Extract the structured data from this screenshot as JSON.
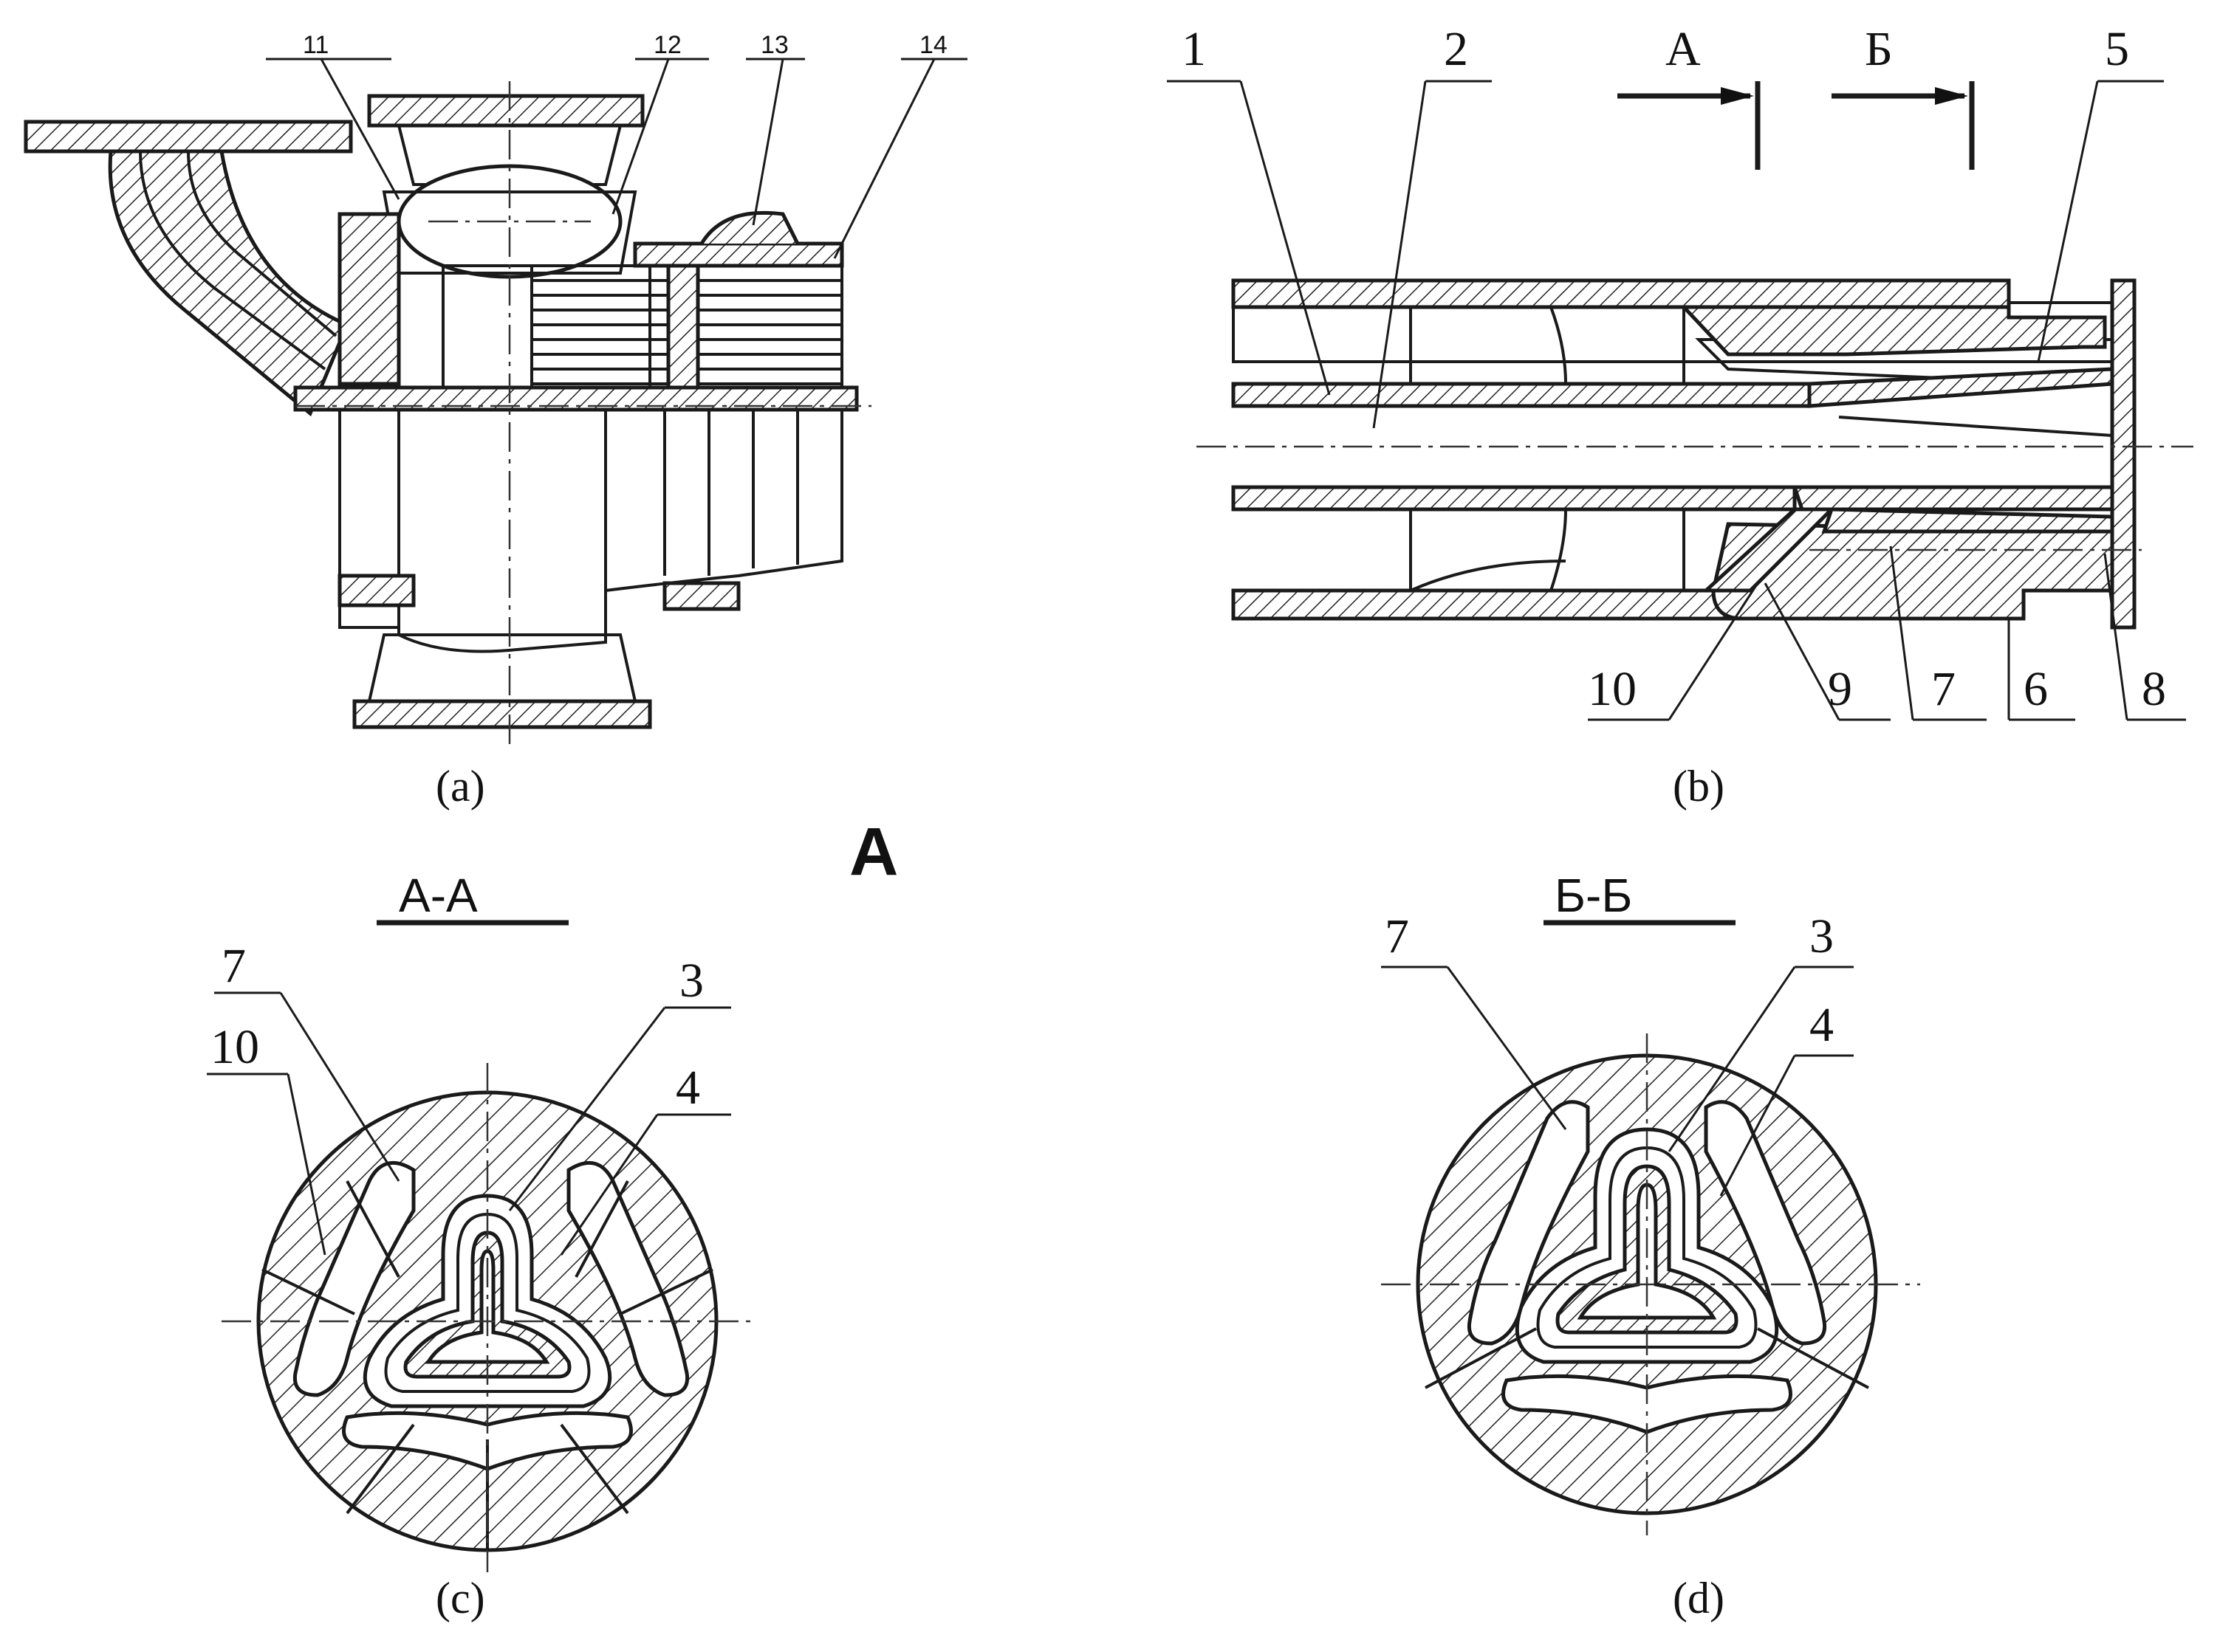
{
  "panels": {
    "a": {
      "caption": "(a)",
      "callouts": [
        "11",
        "12",
        "13",
        "14"
      ]
    },
    "b": {
      "caption": "(b)",
      "callouts_top": [
        "1",
        "2",
        "5"
      ],
      "callouts_bottom": [
        "10",
        "9",
        "7",
        "6",
        "8"
      ],
      "cut_marks": [
        "А",
        "Б"
      ]
    },
    "c": {
      "caption": "(c)",
      "section_title": "А-А",
      "callouts": [
        "7",
        "10",
        "3",
        "4"
      ]
    },
    "d": {
      "caption": "(d)",
      "section_title": "Б-Б",
      "callouts": [
        "7",
        "3",
        "4"
      ]
    }
  },
  "view_marker": "A"
}
